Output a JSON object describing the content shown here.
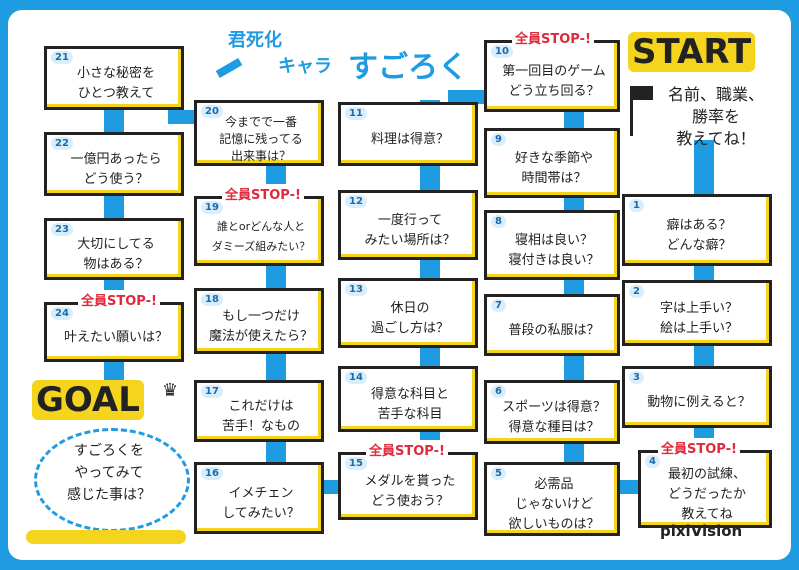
{
  "title": {
    "line1": "君死化",
    "line2": "キャラ",
    "line3": "すごろく"
  },
  "start_label": "START",
  "start_text": "名前、職業、\n勝率を\n教えてね！",
  "goal_label": "GOAL",
  "goal_text": "すごろくを\nやってみて\n感じた事は？",
  "stop_label": "全員STOP-!",
  "brand": "pixiVision",
  "squares": [
    {
      "n": "1",
      "text": "癖はある？\nどんな癖？"
    },
    {
      "n": "2",
      "text": "字は上手い？\n絵は上手い？"
    },
    {
      "n": "3",
      "text": "動物に例えると？"
    },
    {
      "n": "4",
      "text": "最初の試練、\nどうだったか\n教えてね"
    },
    {
      "n": "5",
      "text": "必需品\nじゃないけど\n欲しいものは？"
    },
    {
      "n": "6",
      "text": "スポーツは得意？\n得意な種目は？"
    },
    {
      "n": "7",
      "text": "普段の私服は？"
    },
    {
      "n": "8",
      "text": "寝相は良い？\n寝付きは良い？"
    },
    {
      "n": "9",
      "text": "好きな季節や\n時間帯は？"
    },
    {
      "n": "10",
      "text": "第一回目のゲーム\nどう立ち回る？"
    },
    {
      "n": "11",
      "text": "料理は得意？"
    },
    {
      "n": "12",
      "text": "一度行って\nみたい場所は？"
    },
    {
      "n": "13",
      "text": "休日の\n過ごし方は？"
    },
    {
      "n": "14",
      "text": "得意な科目と\n苦手な科目"
    },
    {
      "n": "15",
      "text": "メダルを貰った\nどう使おう？"
    },
    {
      "n": "16",
      "text": "イメチェン\nしてみたい？"
    },
    {
      "n": "17",
      "text": "これだけは\n苦手！なもの"
    },
    {
      "n": "18",
      "text": "もし一つだけ\n魔法が使えたら？"
    },
    {
      "n": "19",
      "text": "誰とorどんな人と\nダミーズ組みたい？"
    },
    {
      "n": "20",
      "text": "今までで一番\n記憶に残ってる\n出来事は？"
    },
    {
      "n": "21",
      "text": "小さな秘密を\nひとつ教えて"
    },
    {
      "n": "22",
      "text": "一億円あったら\nどう使う？"
    },
    {
      "n": "23",
      "text": "大切にしてる\n物はある？"
    },
    {
      "n": "24",
      "text": "叶えたい願いは？"
    }
  ]
}
